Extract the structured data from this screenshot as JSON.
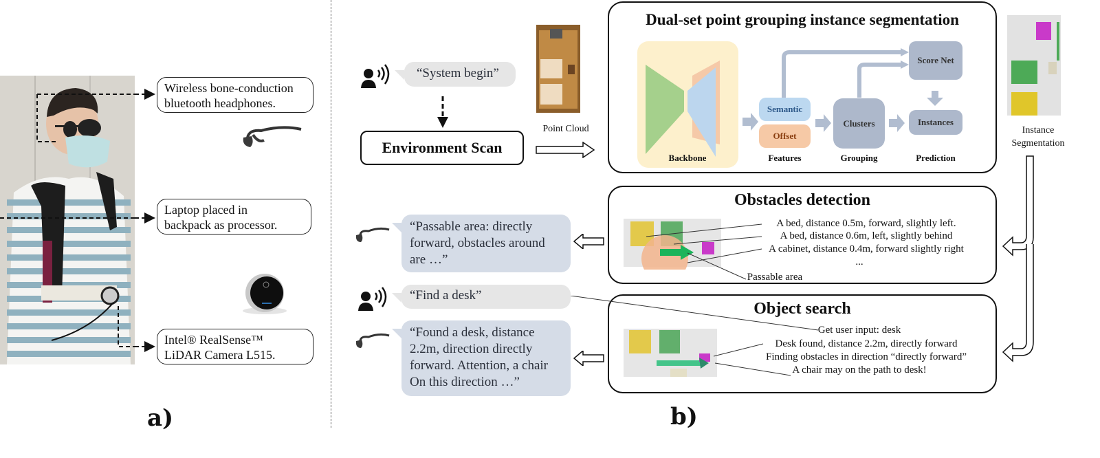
{
  "panel_a": {
    "label": "a)",
    "callouts": [
      {
        "line1": "Wireless bone-conduction",
        "line2": "bluetooth headphones."
      },
      {
        "line1": "Laptop placed in",
        "line2": "backpack as processor."
      },
      {
        "line1": "Intel® RealSense™",
        "line2": "LiDAR Camera L515."
      }
    ]
  },
  "panel_b": {
    "label": "b)",
    "user_command_1": "“System begin”",
    "environment_scan": "Environment Scan",
    "point_cloud_label": "Point Cloud",
    "instance_seg_label_1": "Instance",
    "instance_seg_label_2": "Segmentation",
    "segmentation": {
      "title": "Dual-set point grouping instance segmentation",
      "backbone": "Backbone",
      "semantic": "Semantic",
      "offset": "Offset",
      "features": "Features",
      "clusters": "Clusters",
      "grouping": "Grouping",
      "score_net": "Score Net",
      "instances": "Instances",
      "prediction": "Prediction"
    },
    "obstacles": {
      "title": "Obstacles detection",
      "lines": [
        "A bed, distance 0.5m, forward, slightly left.",
        "A bed, distance 0.6m,  left, slightly behind",
        "A cabinet, distance 0.4m, forward slightly right",
        "..."
      ],
      "passable_label": "Passable area"
    },
    "object_search": {
      "title": "Object search",
      "lines": [
        "Get user input: desk",
        "Desk found, distance 2.2m,  directly forward",
        "Finding obstacles in direction “directly forward”",
        "A chair may on the path to desk!"
      ]
    },
    "responses": {
      "passable": [
        "“Passable area: directly",
        "forward, obstacles around",
        "are …”"
      ],
      "find_desk": "“Find a desk”",
      "found": [
        "“Found a desk, distance",
        "2.2m, direction directly",
        "forward. Attention, a chair",
        "On this direction …”"
      ]
    }
  },
  "colors": {
    "backbone_bg": "#fdf0cc",
    "encoder": "#a5d08c",
    "decoder": "#bcd6ee",
    "decoder_shadow": "#f5c9a8",
    "semantic_bg": "#bcd8f0",
    "semantic_text": "#2f5a8a",
    "offset_bg": "#f6c9a6",
    "offset_text": "#8a3e10",
    "node_gray": "#adb8cb",
    "arrow_gray": "#b1bdd0",
    "bubble_blue": "#d5dce7",
    "bubble_gray": "#e6e6e6"
  }
}
